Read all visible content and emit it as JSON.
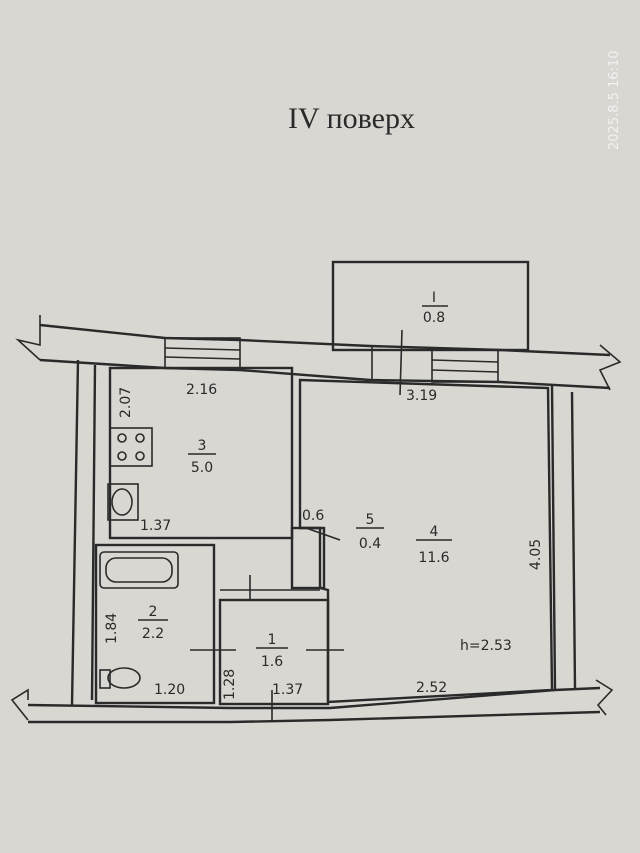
{
  "title": "IV поверх",
  "timestamp": "2025.8.5 16:10",
  "ceiling_height": "h=2.53",
  "rooms": [
    {
      "id": "balcony",
      "number": "I",
      "area": "0.8"
    },
    {
      "id": "room-3",
      "number": "3",
      "area": "5.0"
    },
    {
      "id": "room-4",
      "number": "4",
      "area": "11.6"
    },
    {
      "id": "room-5",
      "number": "5",
      "area": "0.4"
    },
    {
      "id": "room-2",
      "number": "2",
      "area": "2.2"
    },
    {
      "id": "room-1",
      "number": "1",
      "area": "1.6"
    }
  ],
  "dimensions": {
    "kitchen_width": "2.16",
    "kitchen_height": "2.07",
    "kitchen_lower": "1.37",
    "living_width": "3.19",
    "living_height": "4.05",
    "closet_width": "0.6",
    "bath_height": "1.84",
    "bath_width": "1.20",
    "hall_height": "1.28",
    "hall_width": "1.37",
    "living_bottom": "2.52"
  }
}
